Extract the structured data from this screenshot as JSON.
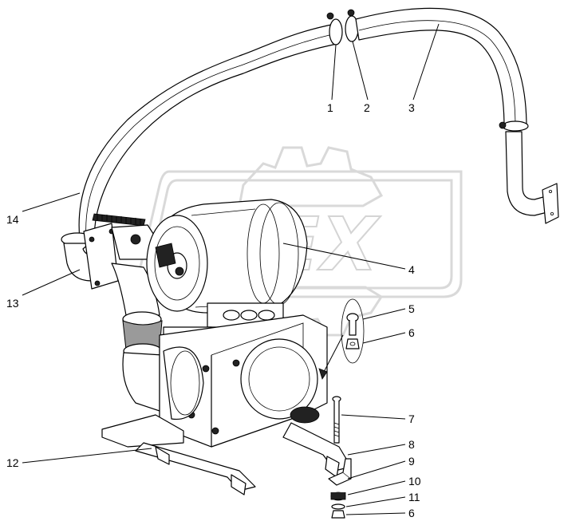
{
  "diagram": {
    "watermark_text": "OPEX",
    "callouts": [
      {
        "id": "c1",
        "label": "1"
      },
      {
        "id": "c2",
        "label": "2"
      },
      {
        "id": "c3",
        "label": "3"
      },
      {
        "id": "c4",
        "label": "4"
      },
      {
        "id": "c5",
        "label": "5"
      },
      {
        "id": "c6a",
        "label": "6"
      },
      {
        "id": "c7",
        "label": "7"
      },
      {
        "id": "c8",
        "label": "8"
      },
      {
        "id": "c9",
        "label": "9"
      },
      {
        "id": "c10",
        "label": "10"
      },
      {
        "id": "c11",
        "label": "11"
      },
      {
        "id": "c6b",
        "label": "6"
      },
      {
        "id": "c12",
        "label": "12"
      },
      {
        "id": "c13",
        "label": "13"
      },
      {
        "id": "c14",
        "label": "14"
      }
    ]
  }
}
